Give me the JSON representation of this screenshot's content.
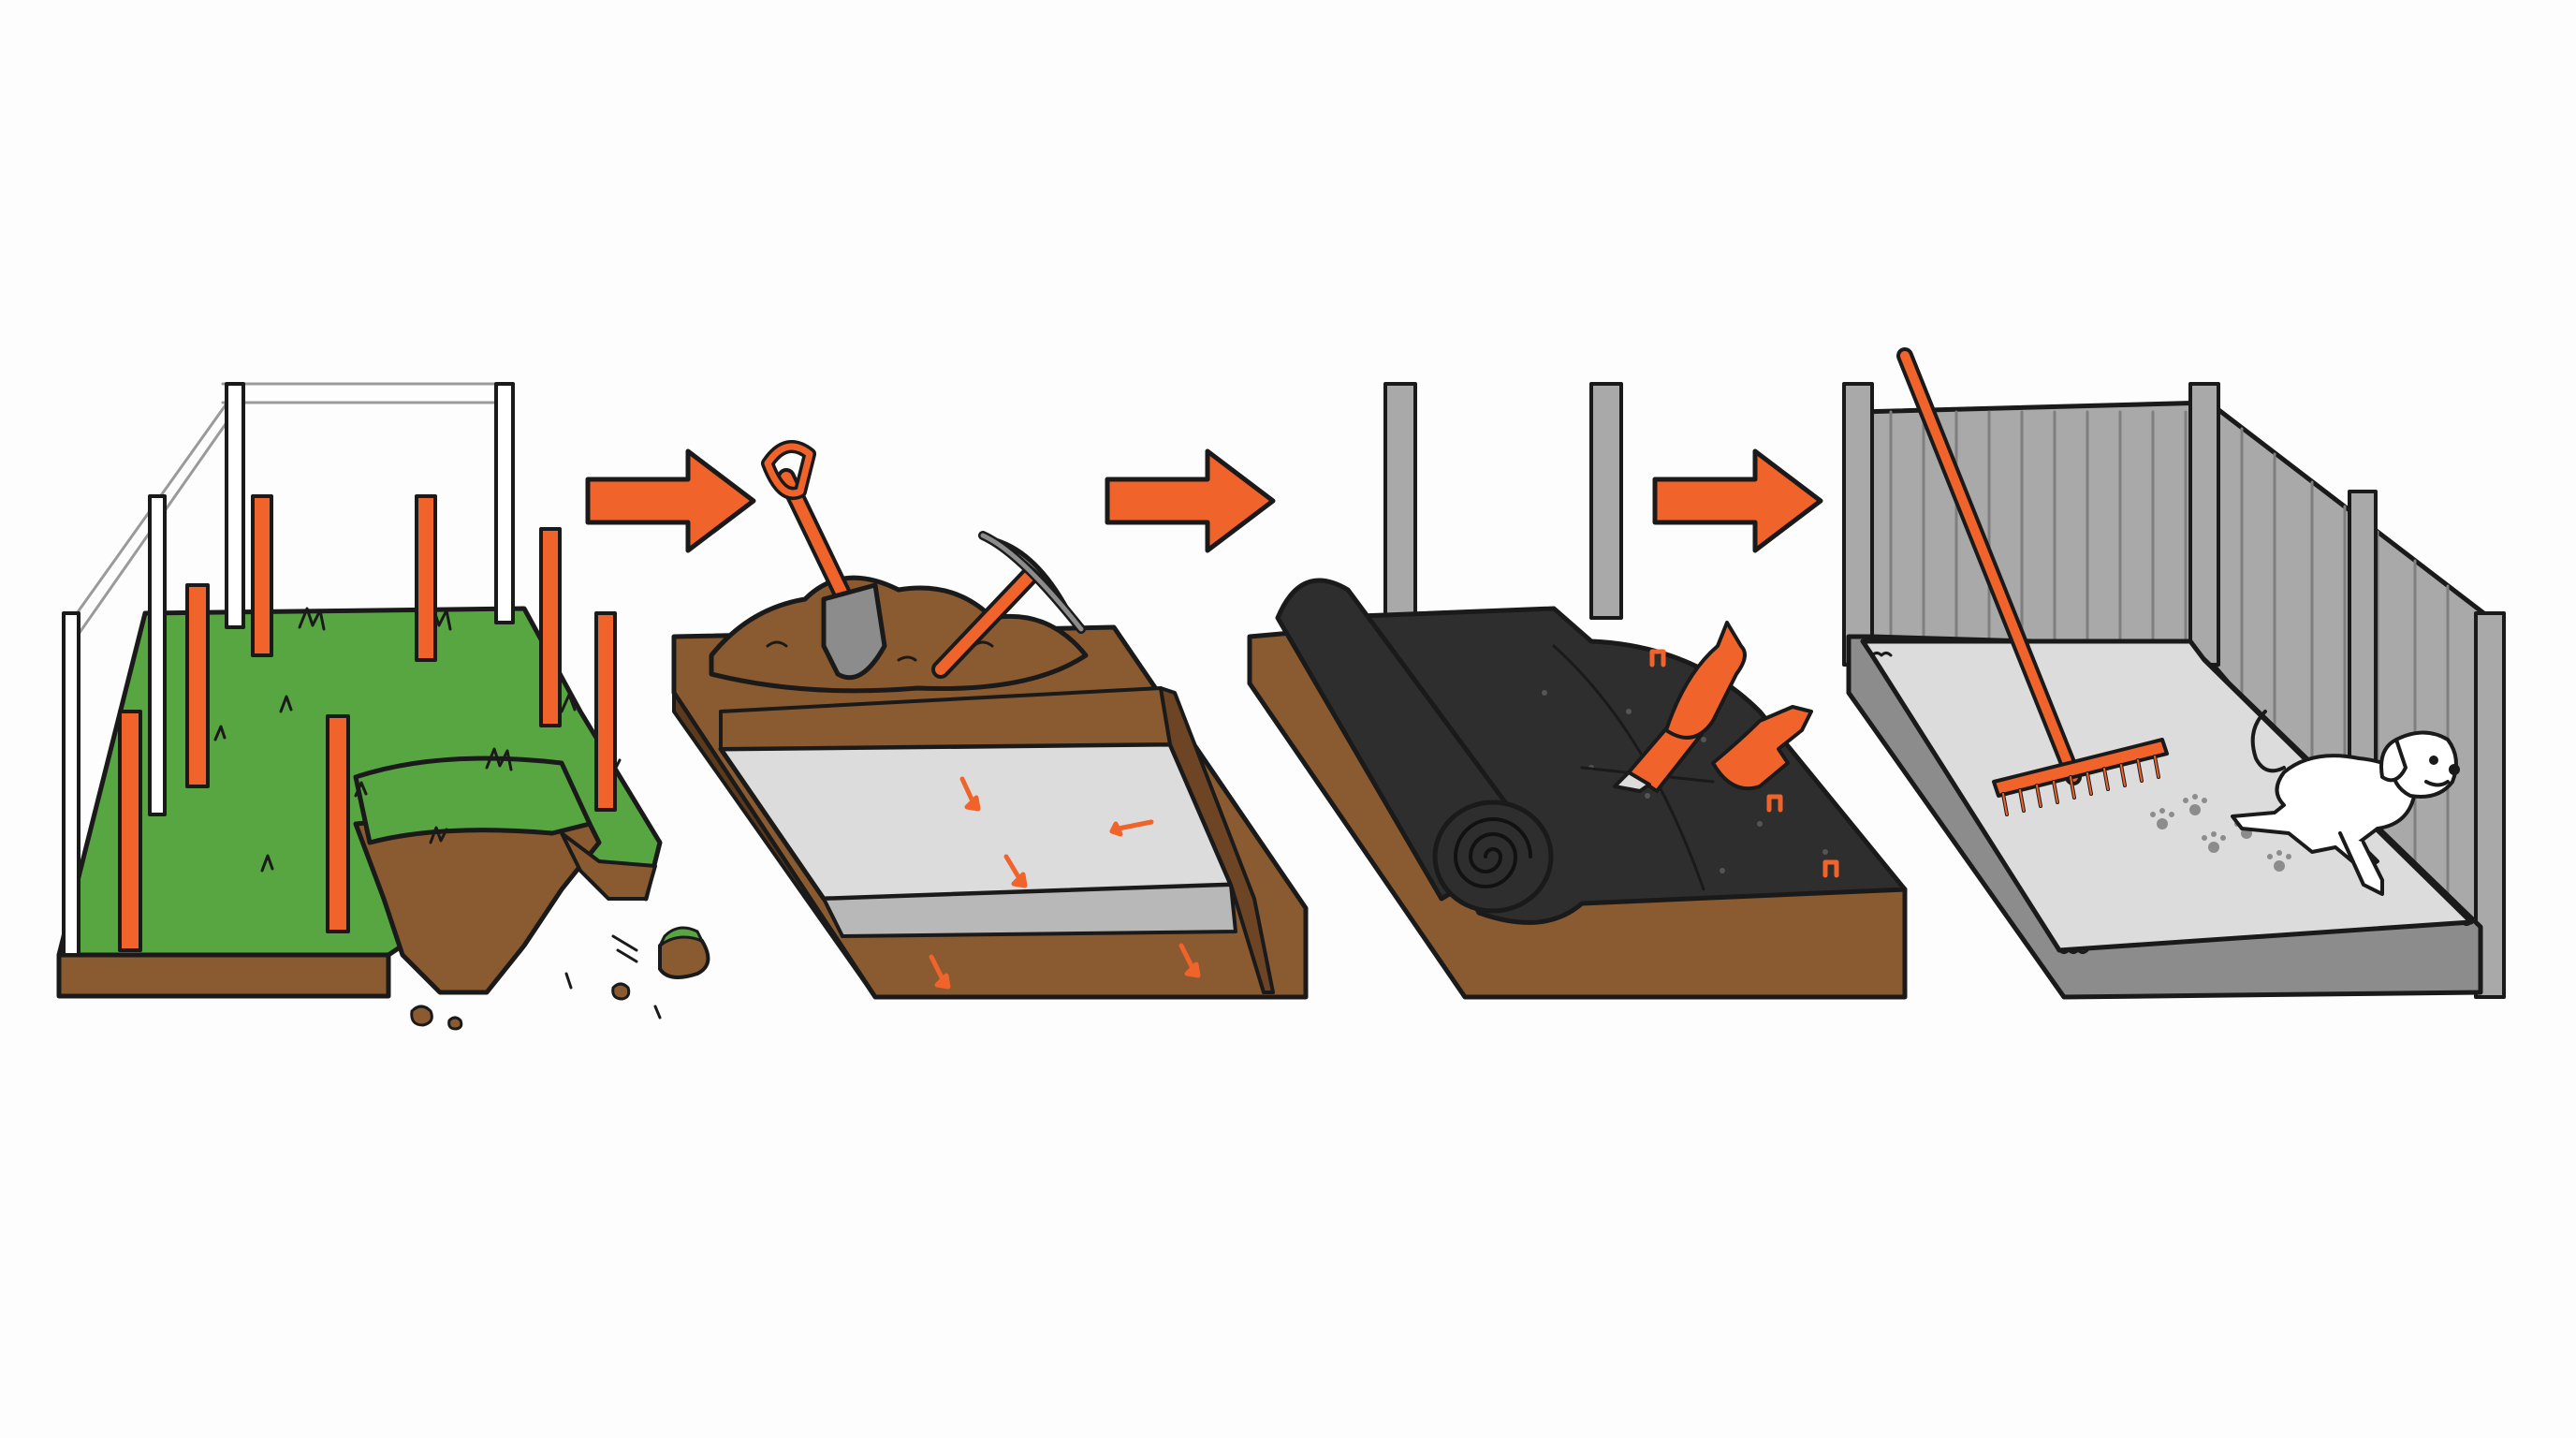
{
  "colors": {
    "background": "#fdfdfd",
    "outline": "#1a1a1a",
    "accent_orange": "#f0632a",
    "grass": "#58a641",
    "grass_dark": "#3f8a2e",
    "soil": "#8a5a30",
    "soil_dark": "#5e3a1d",
    "gravel": "#dcdcdc",
    "fabric": "#2e2e2e",
    "fence": "#a9a9a9",
    "fence_dark": "#7f7f7f",
    "fence_white": "#ffffff"
  },
  "steps": [
    {
      "id": "stake-out-and-strip-sod",
      "icons": [
        "white-fence-icon",
        "orange-stake-icon",
        "grass-sod-icon"
      ]
    },
    {
      "id": "excavate-and-compact",
      "icons": [
        "shovel-icon",
        "pickaxe-icon",
        "compaction-arrow-icon"
      ]
    },
    {
      "id": "lay-landscape-fabric",
      "icons": [
        "fabric-roll-icon",
        "utility-knife-icon",
        "hand-icon",
        "landscape-staple-icon"
      ]
    },
    {
      "id": "spread-gravel-finished-run",
      "icons": [
        "gray-fence-icon",
        "rake-icon",
        "dog-icon",
        "paw-print-icon"
      ]
    }
  ],
  "transitions": [
    {
      "from": "stake-out-and-strip-sod",
      "to": "excavate-and-compact",
      "icon": "arrow-right-icon"
    },
    {
      "from": "excavate-and-compact",
      "to": "lay-landscape-fabric",
      "icon": "arrow-right-icon"
    },
    {
      "from": "lay-landscape-fabric",
      "to": "spread-gravel-finished-run",
      "icon": "arrow-right-icon"
    }
  ]
}
